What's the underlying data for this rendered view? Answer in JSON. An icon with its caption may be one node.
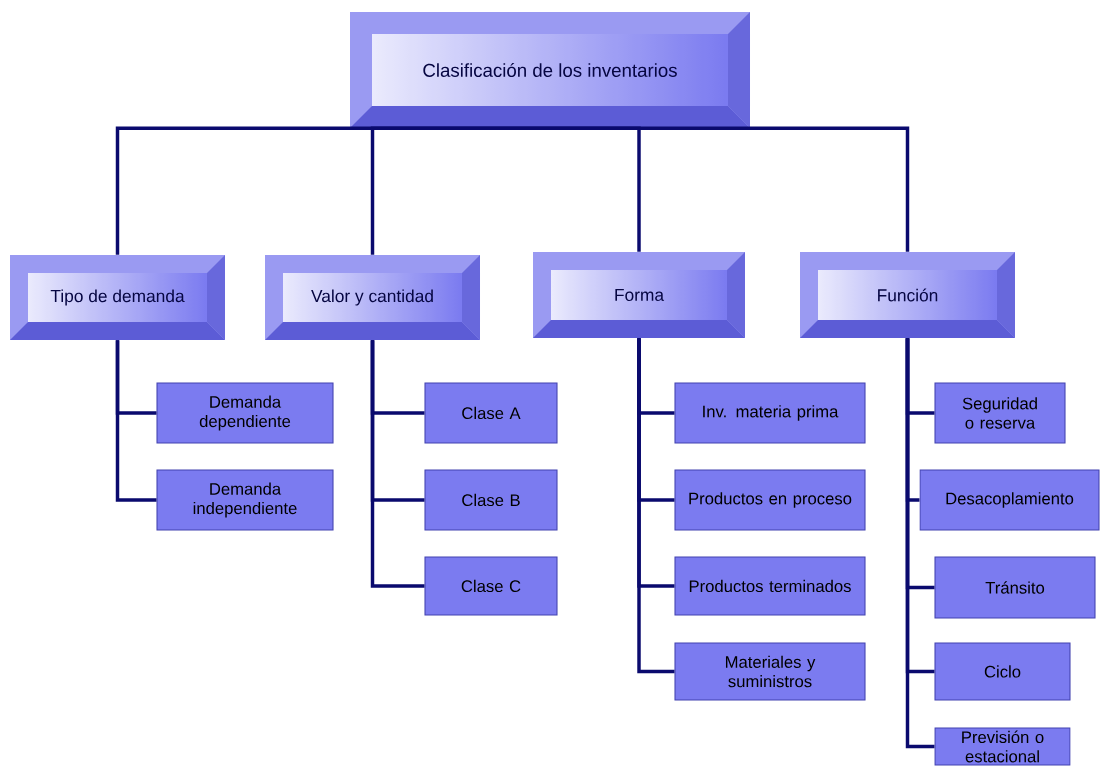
{
  "diagram": {
    "nodes": [
      {
        "text": [
          "Clasificación de los inventarios"
        ]
      },
      {
        "text": [
          "Tipo de demanda"
        ]
      },
      {
        "text": [
          "Valor y cantidad"
        ]
      },
      {
        "text": [
          "Forma"
        ]
      },
      {
        "text": [
          "Función"
        ]
      },
      {
        "text": [
          "Demanda dependiente"
        ]
      },
      {
        "text": [
          "Demanda independiente"
        ]
      },
      {
        "text": [
          "Clase A"
        ]
      },
      {
        "text": [
          "Clase B"
        ]
      },
      {
        "text": [
          "Clase C"
        ]
      },
      {
        "text": [
          "Inv. materia prima"
        ]
      },
      {
        "text": [
          "Productos en proceso"
        ]
      },
      {
        "text": [
          "Productos terminados"
        ]
      },
      {
        "text": [
          "Materiales y suministros"
        ]
      },
      {
        "text": [
          "Seguridad o reserva"
        ]
      },
      {
        "text": [
          "Desacoplamiento"
        ]
      },
      {
        "text": [
          "Tránsito"
        ]
      },
      {
        "text": [
          "Ciclo"
        ]
      },
      {
        "text": [
          "Previsión o estacional"
        ]
      }
    ],
    "edges": [
      {
        "from": 0,
        "to": 1,
        "arrow": "none"
      },
      {
        "from": 0,
        "to": 2,
        "arrow": "none"
      },
      {
        "from": 0,
        "to": 3,
        "arrow": "none"
      },
      {
        "from": 0,
        "to": 4,
        "arrow": "none"
      },
      {
        "from": 1,
        "to": 5,
        "arrow": "none"
      },
      {
        "from": 1,
        "to": 6,
        "arrow": "none"
      },
      {
        "from": 2,
        "to": 7,
        "arrow": "none"
      },
      {
        "from": 2,
        "to": 8,
        "arrow": "none"
      },
      {
        "from": 2,
        "to": 9,
        "arrow": "none"
      },
      {
        "from": 3,
        "to": 10,
        "arrow": "none"
      },
      {
        "from": 3,
        "to": 11,
        "arrow": "none"
      },
      {
        "from": 3,
        "to": 12,
        "arrow": "none"
      },
      {
        "from": 3,
        "to": 13,
        "arrow": "none"
      },
      {
        "from": 4,
        "to": 14,
        "arrow": "none"
      },
      {
        "from": 4,
        "to": 15,
        "arrow": "none"
      },
      {
        "from": 4,
        "to": 16,
        "arrow": "none"
      },
      {
        "from": 4,
        "to": 17,
        "arrow": "none"
      },
      {
        "from": 4,
        "to": 18,
        "arrow": "none"
      }
    ]
  }
}
